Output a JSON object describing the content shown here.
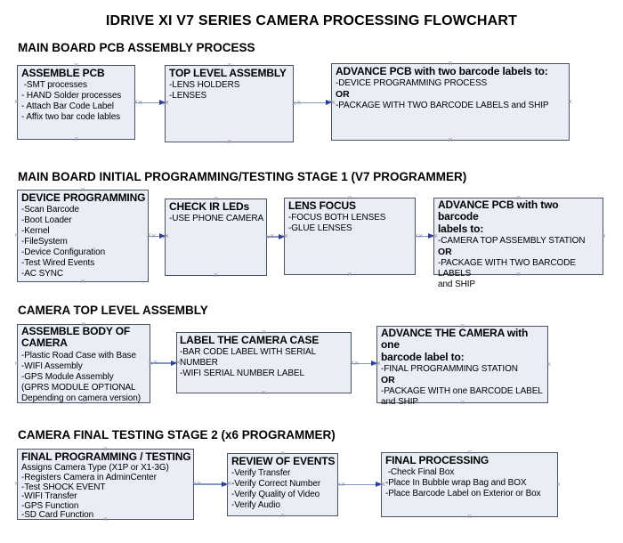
{
  "title": "IDRIVE XI V7 SERIES CAMERA PROCESSING FLOWCHART",
  "colors": {
    "background": "#ffffff",
    "box_fill": "#e9edf6",
    "box_border": "#4d5160",
    "arrow_line": "#8493c1",
    "arrow_head": "#2c3e9b",
    "handle": "#8e8ea6",
    "text": "#000000"
  },
  "sections": [
    {
      "heading": "MAIN BOARD PCB ASSEMBLY PROCESS",
      "boxes": [
        {
          "title": "ASSEMBLE PCB",
          "lines": [
            " -SMT processes",
            "- HAND Solder processes",
            "- Attach Bar Code Label",
            "- Affix two bar code lables"
          ]
        },
        {
          "title": "TOP LEVEL ASSEMBLY",
          "lines": [
            "-LENS HOLDERS",
            "-LENSES"
          ]
        },
        {
          "title": "ADVANCE PCB with two barcode labels to:",
          "lines": [
            "-DEVICE PROGRAMMING PROCESS",
            "OR",
            "-PACKAGE WITH TWO BARCODE LABELS and SHIP"
          ]
        }
      ]
    },
    {
      "heading": "MAIN BOARD INITIAL PROGRAMMING/TESTING STAGE 1 (V7 PROGRAMMER)",
      "boxes": [
        {
          "title": "DEVICE PROGRAMMING",
          "lines": [
            "-Scan Barcode",
            "-Boot Loader",
            "-Kernel",
            "-FileSystem",
            "-Device Configuration",
            "-Test Wired Events",
            "-AC SYNC"
          ]
        },
        {
          "title": "CHECK IR LEDs",
          "lines": [
            "-USE PHONE CAMERA"
          ]
        },
        {
          "title": "LENS FOCUS",
          "lines": [
            "-FOCUS BOTH LENSES",
            "-GLUE LENSES"
          ]
        },
        {
          "title": "ADVANCE PCB with two barcode\nlabels to:",
          "lines": [
            "-CAMERA TOP ASSEMBLY STATION",
            "OR",
            "-PACKAGE WITH TWO BARCODE LABELS\nand SHIP"
          ]
        }
      ]
    },
    {
      "heading": "CAMERA TOP LEVEL ASSEMBLY",
      "boxes": [
        {
          "title": "ASSEMBLE BODY OF\nCAMERA",
          "lines": [
            "-Plastic Road Case with Base",
            "-WIFI Assembly",
            "-GPS Module Assembly",
            "(GPRS MODULE OPTIONAL\nDepending on camera version)"
          ]
        },
        {
          "title": "LABEL THE CAMERA CASE",
          "lines": [
            "-BAR CODE LABEL WITH SERIAL NUMBER",
            "-WIFI SERIAL NUMBER LABEL"
          ]
        },
        {
          "title": "ADVANCE THE CAMERA with one\nbarcode label to:",
          "lines": [
            "-FINAL PROGRAMMING STATION",
            "OR",
            "-PACKAGE WITH one BARCODE LABEL\nand SHIP"
          ]
        }
      ]
    },
    {
      "heading": "CAMERA FINAL TESTING STAGE 2 (x6 PROGRAMMER)",
      "boxes": [
        {
          "title": "FINAL PROGRAMMING / TESTING",
          "lines": [
            "Assigns Camera Type (X1P or X1-3G)",
            "-Registers Camera in AdminCenter",
            "-Test SHOCK EVENT",
            "-WIFI Transfer",
            "-GPS Function",
            "-SD Card Function"
          ]
        },
        {
          "title": "REVIEW OF EVENTS",
          "lines": [
            "-Verify Transfer",
            "-Verify Correct Number",
            "-Verify Quality of Video",
            "-Verify Audio"
          ]
        },
        {
          "title": "FINAL PROCESSING",
          "lines": [
            " -Check Final Box",
            "-Place In Bubble wrap Bag and BOX",
            "-Place Barcode Label on Exterior or Box"
          ]
        }
      ]
    }
  ]
}
